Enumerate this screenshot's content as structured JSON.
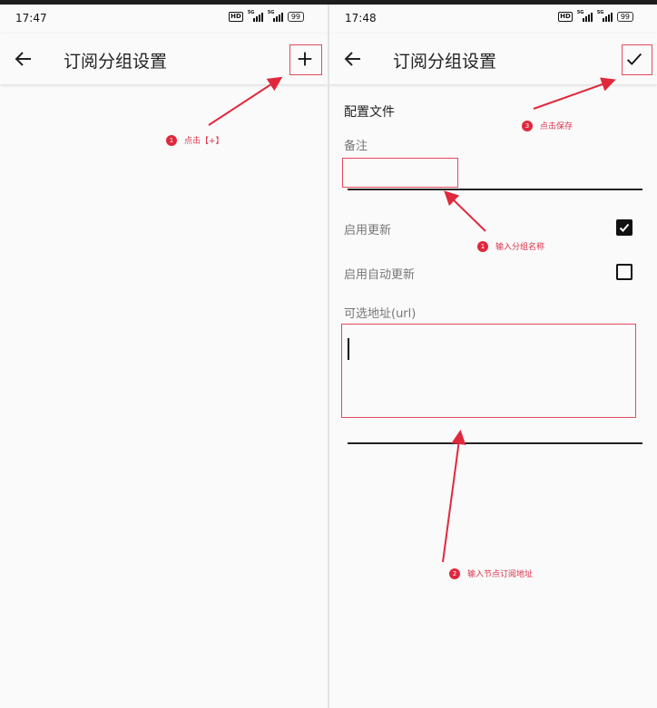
{
  "left": {
    "status": {
      "time": "17:47",
      "battery": "99",
      "hd": "HD",
      "signal_label": "5G"
    },
    "appbar": {
      "title": "订阅分组设置"
    },
    "annotation": {
      "number": "1",
      "text": "点击【+】"
    }
  },
  "right": {
    "status": {
      "time": "17:48",
      "battery": "99",
      "hd": "HD",
      "signal_label": "5G"
    },
    "appbar": {
      "title": "订阅分组设置"
    },
    "form": {
      "section_title": "配置文件",
      "remark_label": "备注",
      "remark_value": "",
      "enable_update_label": "启用更新",
      "enable_update_checked": true,
      "enable_auto_update_label": "启用自动更新",
      "enable_auto_update_checked": false,
      "url_label": "可选地址(url)",
      "url_value": ""
    },
    "annotations": [
      {
        "number": "1",
        "text": "输入分组名称"
      },
      {
        "number": "2",
        "text": "输入节点订阅地址"
      },
      {
        "number": "3",
        "text": "点击保存"
      }
    ]
  },
  "colors": {
    "annotation_red": "#e0283d",
    "background": "#fafafa"
  }
}
